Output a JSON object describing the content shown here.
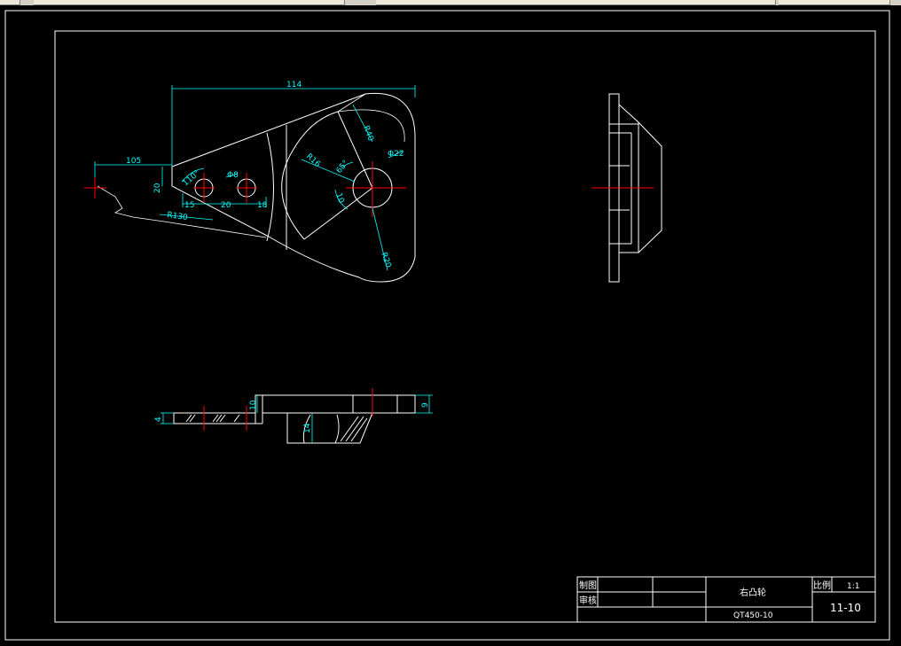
{
  "colors": {
    "background": "#000000",
    "outline": "#ffffff",
    "dimension": "#00ffff",
    "centerline": "#ff0000"
  },
  "front_view": {
    "dims": {
      "overall_width": "114",
      "offset": "105",
      "height": "20",
      "angle": "110°",
      "hole_dia": "Φ8",
      "d15": "15",
      "d20": "20",
      "d18": "18",
      "radius_main": "R130",
      "radius_inner": "R16",
      "radius_outer": "R40",
      "bore_dia": "Φ22",
      "angle_65": "65°",
      "d10": "10",
      "radius_20": "R20"
    }
  },
  "bottom_view": {
    "dims": {
      "d4": "4",
      "d10": "10",
      "d14": "14",
      "d9": "9"
    }
  },
  "title_block": {
    "drawn_label": "制图",
    "checked_label": "审核",
    "part_name": "右凸轮",
    "scale_label": "比例",
    "scale_value": "1:1",
    "material": "QT450-10",
    "drawing_number": "11-10"
  }
}
